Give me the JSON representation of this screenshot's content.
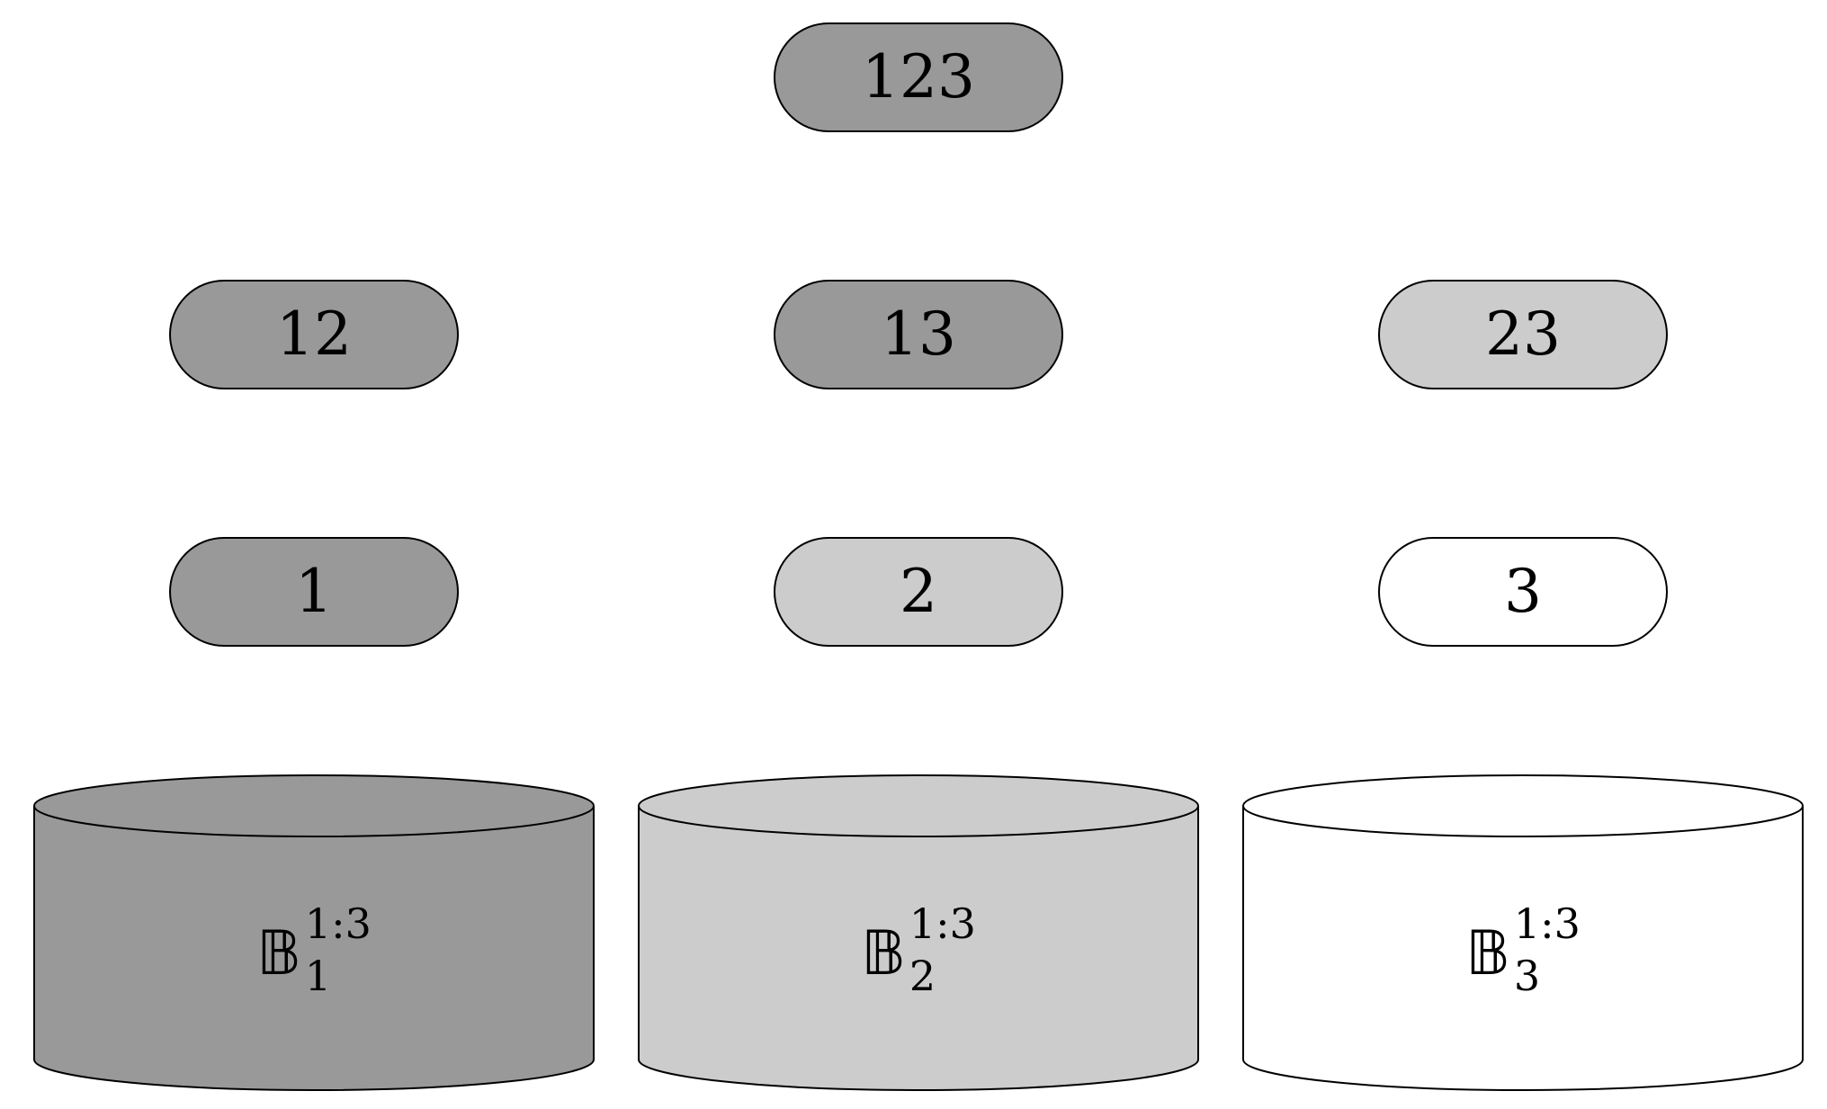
{
  "colors": {
    "dark": "#999999",
    "light": "#cccccc",
    "white": "#ffffff",
    "stroke": "#000000"
  },
  "nodes": [
    {
      "id": "n123",
      "label": "123",
      "fill": "dark"
    },
    {
      "id": "n12",
      "label": "12",
      "fill": "dark"
    },
    {
      "id": "n13",
      "label": "13",
      "fill": "dark"
    },
    {
      "id": "n23",
      "label": "23",
      "fill": "light"
    },
    {
      "id": "n1",
      "label": "1",
      "fill": "dark"
    },
    {
      "id": "n2",
      "label": "2",
      "fill": "light"
    },
    {
      "id": "n3",
      "label": "3",
      "fill": "white"
    }
  ],
  "databases": [
    {
      "symbol": "𝔹",
      "subscript": "1",
      "superscript": "1:3",
      "fill": "dark"
    },
    {
      "symbol": "𝔹",
      "subscript": "2",
      "superscript": "1:3",
      "fill": "light"
    },
    {
      "symbol": "𝔹",
      "subscript": "3",
      "superscript": "1:3",
      "fill": "white"
    }
  ]
}
